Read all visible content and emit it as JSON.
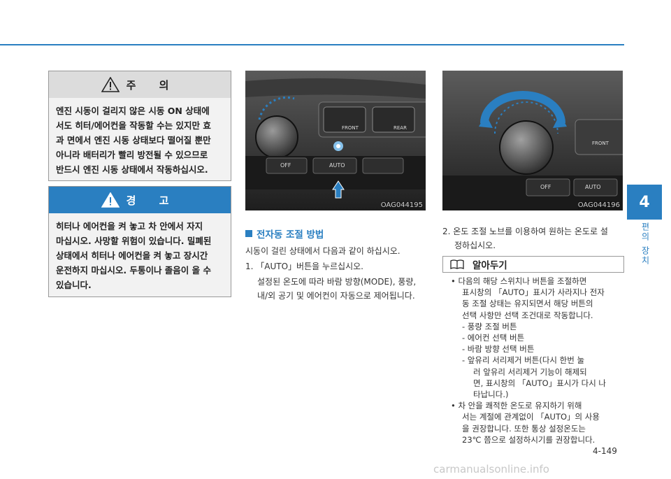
{
  "chapter": {
    "number": "4",
    "name": "편의 장치"
  },
  "caution": {
    "title": "주 의",
    "lines": [
      "엔진 시동이 걸리지 않은 시동 ON 상태에",
      "서도 히터/에어컨을 작동할 수는 있지만 효",
      "과 면에서 엔진 시동 상태보다 떨어질 뿐만",
      "아니라 배터리가 빨리 방전될 수 있으므로",
      "반드시 엔진 시동 상태에서 작동하십시오."
    ]
  },
  "warning": {
    "title": "경 고",
    "lines": [
      "히터나 에어컨을 켜 놓고 차 안에서 자지",
      "마십시오. 사망할 위험이 있습니다. 밀폐된",
      "상태에서 히터나 에어컨을 켜 놓고 장시간",
      "운전하지 마십시오. 두통이나 졸음이 올 수",
      "있습니다."
    ]
  },
  "photos": [
    {
      "code": "OAG044195",
      "buttons": [
        "OFF",
        "AUTO"
      ],
      "upper": [
        "FRONT",
        "REAR"
      ]
    },
    {
      "code": "OAG044196",
      "buttons": [
        "OFF",
        "AUTO"
      ],
      "upper": [
        "FRONT"
      ]
    }
  ],
  "section": {
    "title": "전자동 조절 방법",
    "intro": "시동이 걸린 상태에서 다음과 같이 하십시오.",
    "step1_label": "1. 「AUTO」버튼을 누르십시오.",
    "step1_desc1": "설정된 온도에 따라 바람 방향(MODE), 풍량,",
    "step1_desc2": "내/외 공기 및 에어컨이 자동으로 제어됩니다."
  },
  "step2": {
    "line1": "2. 온도 조절 노브를 이용하여 원하는 온도로 설",
    "line2": "정하십시오."
  },
  "note": {
    "title": "알아두기",
    "lines": [
      "• 다음의 해당 스위치나 버튼을 조절하면",
      "표시창의 「AUTO」표시가 사라지나 전자",
      "동 조절 상태는 유지되면서 해당 버튼의",
      "선택 사항만 선택 조건대로 작동합니다.",
      "- 풍량 조절 버튼",
      "- 에어컨 선택 버튼",
      "- 바람 방향 선택 버튼",
      "- 앞유리 서리제거 버튼(다시 한번 눌",
      "러 앞유리 서리제거 기능이 해제되",
      "면, 표시창의 「AUTO」표시가 다시 나",
      "타납니다.)",
      "• 차 안을 쾌적한 온도로 유지하기 위해",
      "서는 계절에 관계없이 「AUTO」의 사용",
      "을 권장합니다. 또한 통상 설정온도는",
      "23℃ 쯤으로 설정하시기를 권장합니다."
    ]
  },
  "page_number": "4-149",
  "watermark": "carmanualsonline.info"
}
